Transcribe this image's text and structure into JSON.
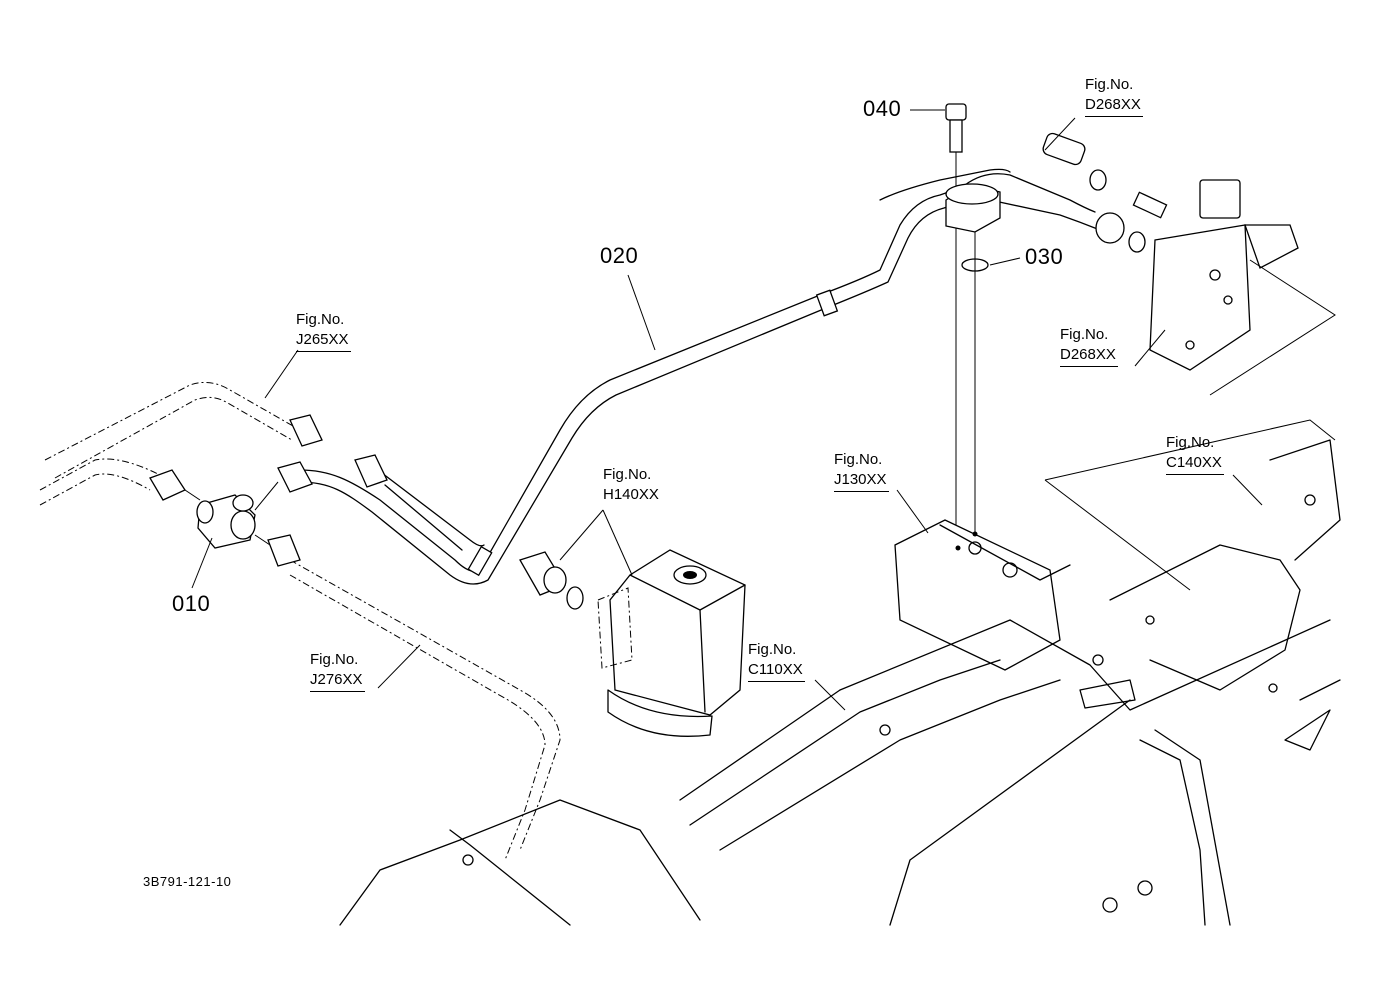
{
  "diagram": {
    "type": "exploded-parts-diagram",
    "document_id": "3B791-121-10",
    "part_callouts": [
      {
        "id": "010",
        "label": "010"
      },
      {
        "id": "020",
        "label": "020"
      },
      {
        "id": "030",
        "label": "030"
      },
      {
        "id": "040",
        "label": "040"
      }
    ],
    "figure_references": [
      {
        "id": "d268-top",
        "prefix": "Fig.No.",
        "code": "D268XX"
      },
      {
        "id": "d268-right",
        "prefix": "Fig.No.",
        "code": "D268XX"
      },
      {
        "id": "j265",
        "prefix": "Fig.No.",
        "code": "J265XX"
      },
      {
        "id": "h140",
        "prefix": "Fig.No.",
        "code": "H140XX"
      },
      {
        "id": "j130",
        "prefix": "Fig.No.",
        "code": "J130XX"
      },
      {
        "id": "c140",
        "prefix": "Fig.No.",
        "code": "C140XX"
      },
      {
        "id": "c110",
        "prefix": "Fig.No.",
        "code": "C110XX"
      },
      {
        "id": "j276",
        "prefix": "Fig.No.",
        "code": "J276XX"
      }
    ]
  }
}
